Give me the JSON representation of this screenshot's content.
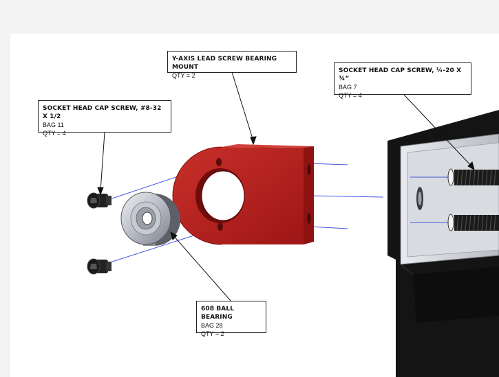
{
  "callouts": {
    "y_axis_mount": {
      "title": "Y-AXIS LEAD SCREW BEARING MOUNT",
      "qty": "QTY = 2"
    },
    "screw_quarter": {
      "title": "SOCKET HEAD CAP SCREW, ¼-20 X ¾”",
      "bag": "BAG 7",
      "qty": "QTY = 4"
    },
    "screw_8_32": {
      "title": "SOCKET HEAD CAP SCREW, #8-32 X 1/2",
      "bag": "BAG 11",
      "qty": "QTY = 4"
    },
    "ball_bearing": {
      "title": "608 BALL BEARING",
      "bag": "BAG 28",
      "qty": "QTY = 2"
    }
  },
  "colors": {
    "mount_red": "#b81d1d",
    "assembly_line_blue": "#4455dd",
    "frame_black": "#1a1a1a",
    "bracket_silver": "#cfd2d8"
  },
  "icons": [
    "socket-head-screw",
    "ball-bearing",
    "bearing-mount",
    "frame-bracket"
  ]
}
